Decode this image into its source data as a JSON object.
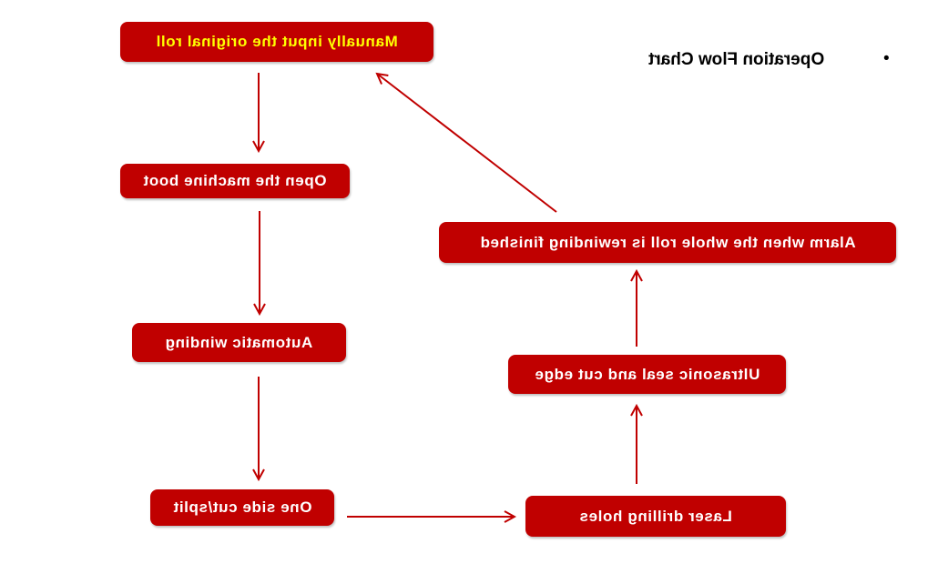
{
  "title": "Operation Flow Chart",
  "bullet": "•",
  "steps": [
    "Manually input the original roll",
    "Open the machine boot",
    "Automatic winding",
    "One side cut/split",
    "Laser drilling holes",
    "Ultrasonic seal and cut edge",
    "Alarm when the whole roll is rewinding finished"
  ],
  "colors": {
    "box": "#c00000",
    "text": "#ffffff",
    "highlight_text": "#ffff00",
    "arrow": "#c00000"
  }
}
